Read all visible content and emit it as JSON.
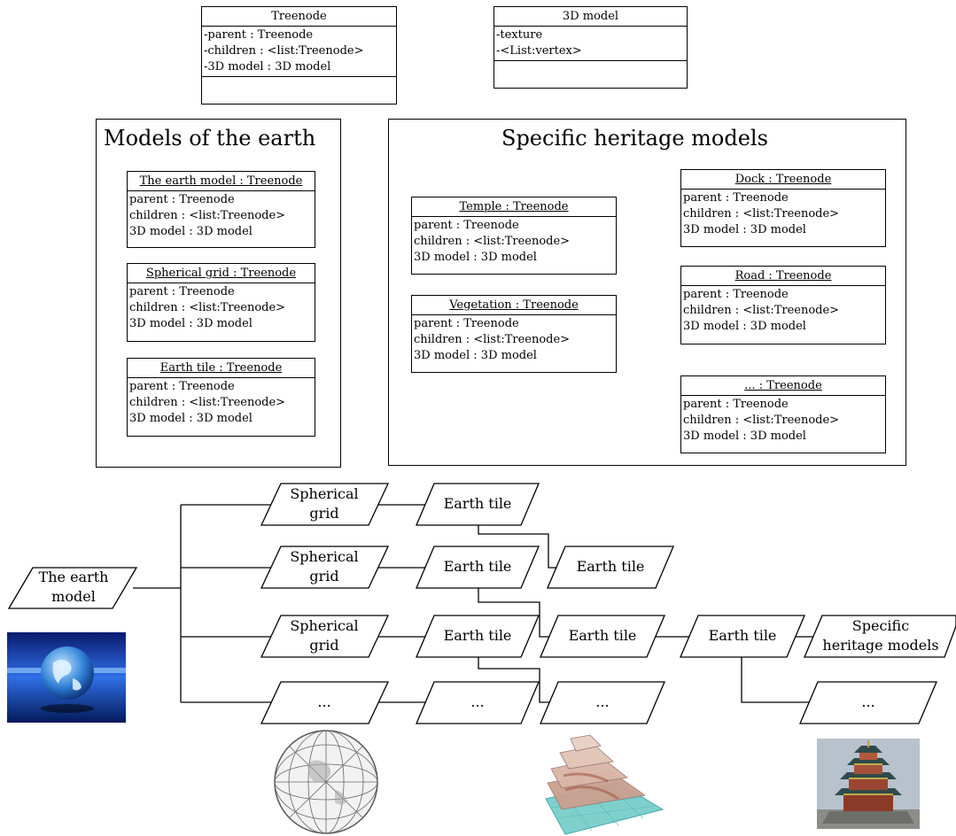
{
  "classes": {
    "treenode": {
      "name": "Treenode",
      "attrs": [
        "-parent : Treenode",
        "-children : <list:Treenode>",
        "-3D model : 3D model"
      ]
    },
    "model3d": {
      "name": "3D model",
      "attrs": [
        "-texture",
        "-<List:vertex>"
      ]
    }
  },
  "groups": {
    "earth": {
      "title": "Models of the earth",
      "objects": [
        {
          "name": "The earth model : Treenode",
          "attrs": [
            "parent : Treenode",
            "children : <list:Treenode>",
            "3D model : 3D model"
          ]
        },
        {
          "name": "Spherical grid : Treenode",
          "attrs": [
            "parent : Treenode",
            "children : <list:Treenode>",
            "3D model : 3D model"
          ]
        },
        {
          "name": "Earth tile : Treenode",
          "attrs": [
            "parent : Treenode",
            "children : <list:Treenode>",
            "3D model : 3D model"
          ]
        }
      ]
    },
    "heritage": {
      "title": "Specific heritage models",
      "objects": [
        {
          "name": "Temple : Treenode",
          "attrs": [
            "parent : Treenode",
            "children : <list:Treenode>",
            "3D model : 3D model"
          ]
        },
        {
          "name": "Vegetation : Treenode",
          "attrs": [
            "parent : Treenode",
            "children : <list:Treenode>",
            "3D model : 3D model"
          ]
        },
        {
          "name": "Dock : Treenode",
          "attrs": [
            "parent : Treenode",
            "children : <list:Treenode>",
            "3D model : 3D model"
          ]
        },
        {
          "name": "Road : Treenode",
          "attrs": [
            "parent : Treenode",
            "children : <list:Treenode>",
            "3D model : 3D model"
          ]
        },
        {
          "name": "... : Treenode",
          "attrs": [
            "parent : Treenode",
            "children : <list:Treenode>",
            "3D model : 3D model"
          ]
        }
      ]
    }
  },
  "tree": {
    "root": "The earth\nmodel",
    "grid1": "Spherical\ngrid",
    "grid2": "Spherical\ngrid",
    "grid3": "Spherical\ngrid",
    "grid_more": "...",
    "tile1": "Earth tile",
    "tile2": "Earth tile",
    "tile3": "Earth tile",
    "tile_more": "...",
    "tile1_child": "Earth tile",
    "tile3_child": "Earth tile",
    "tile3_child_more": "...",
    "tile4": "Earth tile",
    "heritage": "Specific\nheritage models",
    "tile4_more": "..."
  },
  "images": [
    "globe-icon",
    "spherical-grid-icon",
    "terrain-tiles-icon",
    "pagoda-icon"
  ]
}
